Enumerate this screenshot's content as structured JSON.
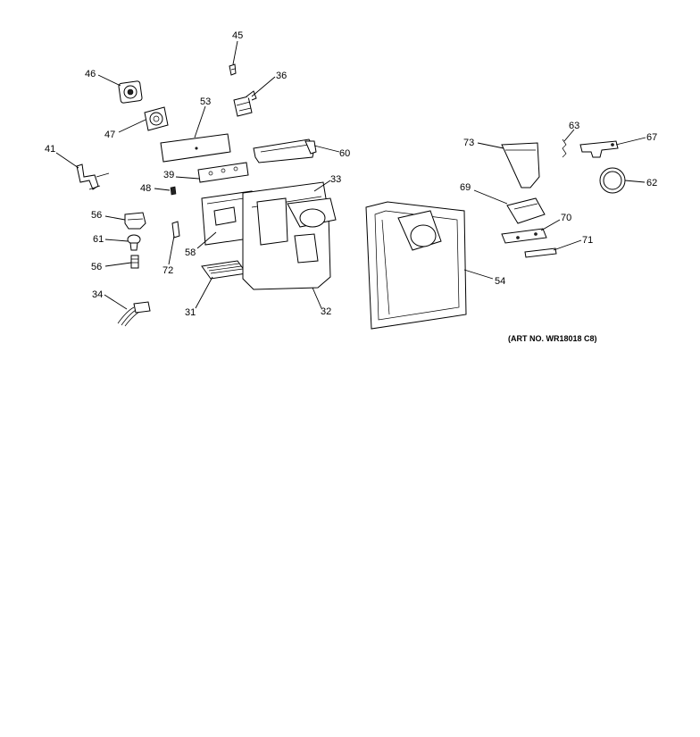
{
  "art_number": "(ART NO. WR18018 C8)",
  "callouts": [
    {
      "id": "45",
      "text": "45"
    },
    {
      "id": "46",
      "text": "46"
    },
    {
      "id": "36",
      "text": "36"
    },
    {
      "id": "53",
      "text": "53"
    },
    {
      "id": "47",
      "text": "47"
    },
    {
      "id": "41",
      "text": "41"
    },
    {
      "id": "60",
      "text": "60"
    },
    {
      "id": "39",
      "text": "39"
    },
    {
      "id": "33",
      "text": "33"
    },
    {
      "id": "48",
      "text": "48"
    },
    {
      "id": "56a",
      "text": "56"
    },
    {
      "id": "61",
      "text": "61"
    },
    {
      "id": "56b",
      "text": "56"
    },
    {
      "id": "72",
      "text": "72"
    },
    {
      "id": "58",
      "text": "58"
    },
    {
      "id": "34",
      "text": "34"
    },
    {
      "id": "31",
      "text": "31"
    },
    {
      "id": "32",
      "text": "32"
    },
    {
      "id": "73",
      "text": "73"
    },
    {
      "id": "63",
      "text": "63"
    },
    {
      "id": "67",
      "text": "67"
    },
    {
      "id": "62",
      "text": "62"
    },
    {
      "id": "69",
      "text": "69"
    },
    {
      "id": "70",
      "text": "70"
    },
    {
      "id": "71",
      "text": "71"
    },
    {
      "id": "54",
      "text": "54"
    }
  ]
}
